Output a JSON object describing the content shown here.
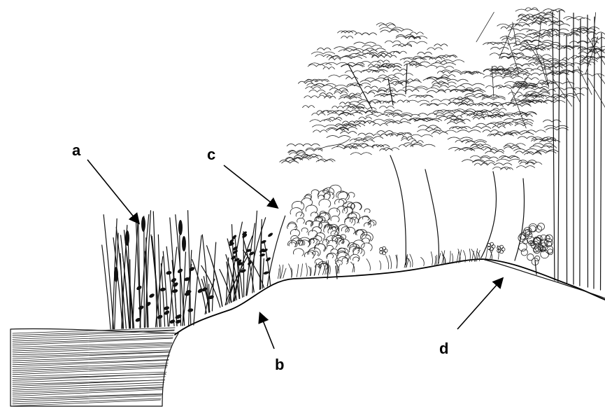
{
  "labels": {
    "a": "a",
    "b": "b",
    "c": "c",
    "d": "d"
  },
  "colors": {
    "ink": "#111111",
    "background": "#ffffff"
  }
}
